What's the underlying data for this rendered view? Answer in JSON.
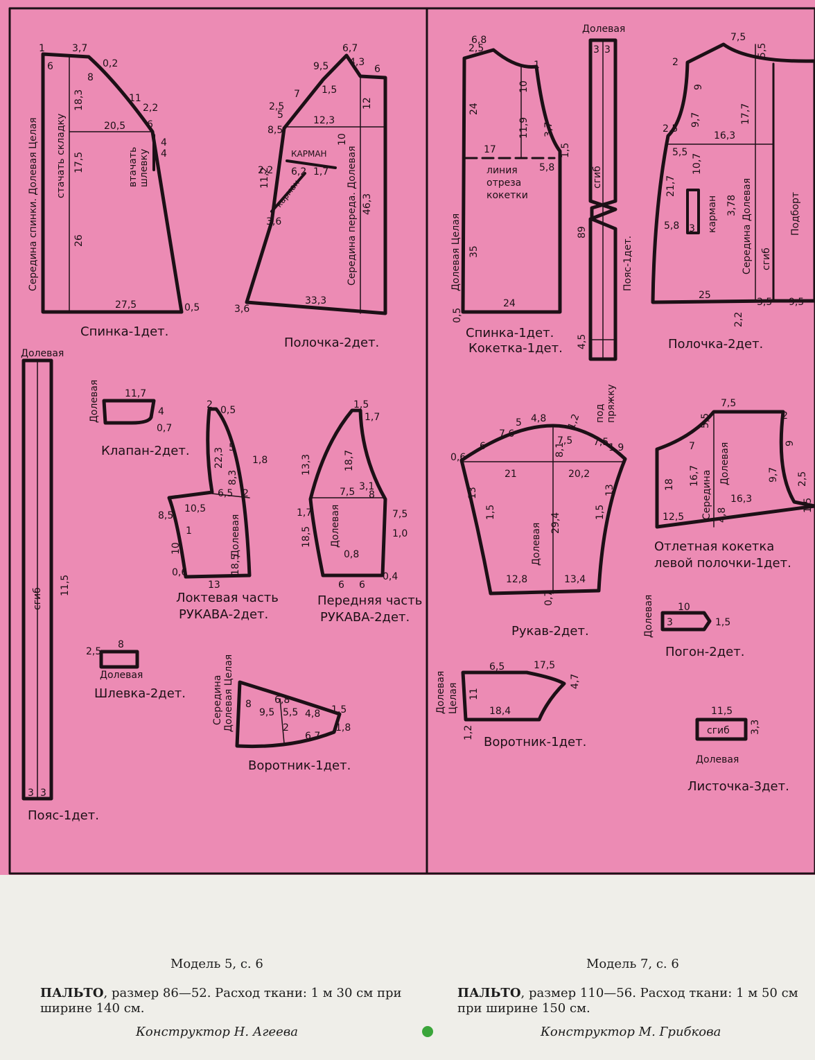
{
  "left_panel": {
    "titles": {
      "spinka": "Спинка-1дет.",
      "polochka": "Полочка-2дет.",
      "klapan": "Клапан-2дет.",
      "loktevaya_1": "Локтевая часть",
      "loktevaya_2": "РУКАВА-2дет.",
      "perednyaya_1": "Передняя часть",
      "perednyaya_2": "РУКАВА-2дет.",
      "shlevka": "Шлевка-2дет.",
      "vorotnik": "Воротник-1дет.",
      "poyas": "Пояс-1дет."
    },
    "labels": {
      "back_center": "Середина спинки. Долевая Целая",
      "stachat": "стачать складку",
      "vtachat_1": "втачать",
      "vtachat_2": "шлевку",
      "front_center": "Середина переда. Долевая",
      "karman": "КАРМАН",
      "karman2": "карман",
      "dolevaya": "Долевая",
      "sgib": "сгиб",
      "collar_center_1": "Середина",
      "collar_center_2": "Долевая Целая"
    },
    "dims": [
      "3,7",
      "0,2",
      "1",
      "6",
      "8",
      "11",
      "2,2",
      "6",
      "18,3",
      "20,5",
      "17,5",
      "4",
      "4",
      "26",
      "27,5",
      "0,5",
      "6,7",
      "4,3",
      "6",
      "9,5",
      "7",
      "1,5",
      "2,5",
      "5",
      "12,3",
      "12",
      "10",
      "8,5",
      "2,2",
      "11,2",
      "6,2",
      "1,7",
      "46,3",
      "3,6",
      "33,3",
      "3,6",
      "11,5",
      "11,7",
      "4",
      "0,7",
      "2",
      "0,5",
      "22,3",
      "5",
      "1,8",
      "8,3",
      "6,5",
      "2",
      "10,5",
      "8,5",
      "1",
      "10",
      "18,5",
      "0,6",
      "13",
      "1,5",
      "1,7",
      "13,3",
      "18,7",
      "7,5",
      "3,1",
      "8",
      "1,7",
      "18,5",
      "7,5",
      "1,0",
      "0,8",
      "6",
      "6",
      "0,4",
      "2,5",
      "8",
      "8",
      "9,5",
      "6,8",
      "5,5",
      "4,8",
      "1,5",
      "2",
      "6,7",
      "1,8",
      "3",
      "3"
    ]
  },
  "right_panel": {
    "titles": {
      "spinka_1": "Спинка-1дет.",
      "spinka_2": "Кокетка-1дет.",
      "polochka": "Полочка-2дет.",
      "poyas": "Пояс-1дет.",
      "rukav": "Рукав-2дет.",
      "otletnaya_1": "Отлетная кокетка",
      "otletnaya_2": "левой полочки-1дет.",
      "pogon": "Погон-2дет.",
      "vorotnik": "Воротник-1дет.",
      "listochka": "Листочка-3дет."
    },
    "labels": {
      "liniya_1": "линия",
      "liniya_2": "отреза",
      "liniya_3": "кокетки",
      "dolevaya_celaya": "Долевая Целая",
      "dolevaya": "Долевая",
      "sgib": "сгиб",
      "karman": "карман",
      "seredina_dolevaya": "Середина Долевая",
      "podbort": "Подборт",
      "pod_pryazhku_1": "под",
      "pod_pryazhku_2": "пряжку",
      "seredina": "Середина",
      "celaya": "Целая"
    },
    "dims": [
      "2,5",
      "6,8",
      "1",
      "10",
      "24",
      "11,9",
      "3,7",
      "17",
      "1,5",
      "5,8",
      "35",
      "24",
      "0,5",
      "3",
      "3",
      "89",
      "4,5",
      "7,5",
      "5,5",
      "2",
      "9",
      "2,5",
      "9,7",
      "16,3",
      "17,7",
      "5,5",
      "10,7",
      "21,7",
      "3,78",
      "5,8",
      "3",
      "25",
      "3,5",
      "9,5",
      "2,2",
      "7,6",
      "5",
      "4,8",
      "1,2",
      "0,6",
      "6",
      "7,5",
      "8,1",
      "7,5",
      "1,9",
      "21",
      "20,2",
      "13",
      "1,5",
      "29,4",
      "1,5",
      "13",
      "12,8",
      "13,4",
      "0,7",
      "7,5",
      "5,5",
      "2",
      "7",
      "9",
      "18",
      "16,7",
      "9,7",
      "2,5",
      "12,5",
      "4,8",
      "16,3",
      "1,5",
      "10",
      "3",
      "1,5",
      "6,5",
      "17,5",
      "11",
      "4,7",
      "18,4",
      "1,2",
      "11,5",
      "3,3"
    ]
  },
  "captions": {
    "left_model": "Модель 5, с. 6",
    "left_title": "ПАЛЬТО",
    "left_text": ", размер 86—52. Расход ткани: 1 м 30 см при ширине 140 см.",
    "left_author": "Конструктор Н. Агеева",
    "right_model": "Модель 7, с. 6",
    "right_title": "ПАЛЬТО",
    "right_text": ", размер 110—56. Расход ткани: 1 м 50 см при ширине 150 см.",
    "right_author": "Конструктор М. Грибкова"
  },
  "colors": {
    "paper": "#ec8bb4",
    "ink": "#1c1016",
    "bullet": "#3aa53a"
  }
}
